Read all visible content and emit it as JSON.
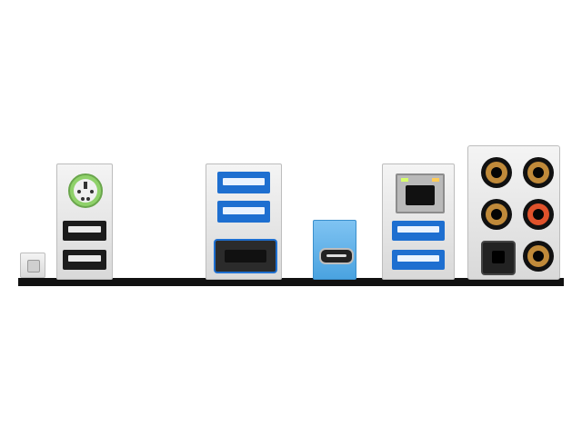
{
  "image": {
    "kind": "motherboard rear I/O panel",
    "colors": {
      "background": "#ffffff",
      "base": "#111111",
      "usb3_blue": "#1e6fd0",
      "usb2_black": "#1b1b1b",
      "ps2_accent": "#8fd16a",
      "audio_gold": "#c08a3a",
      "audio_red": "#e0522b",
      "typec_blue": "#4aa3e0"
    },
    "ports": [
      {
        "name": "bios-flashback-button",
        "type": "button"
      },
      {
        "name": "ps2-combo-port",
        "type": "PS/2"
      },
      {
        "name": "usb2-port",
        "type": "USB 2.0",
        "count": 2
      },
      {
        "name": "usb3-port",
        "type": "USB 3.x",
        "count": 2
      },
      {
        "name": "hdmi-port",
        "type": "HDMI"
      },
      {
        "name": "usb-c-port",
        "type": "USB Type-C"
      },
      {
        "name": "lan-port",
        "type": "RJ45"
      },
      {
        "name": "usb3-port",
        "type": "USB 3.x",
        "count": 2
      },
      {
        "name": "audio-jack",
        "type": "3.5mm",
        "count": 5
      },
      {
        "name": "optical-spdif-out",
        "type": "Toslink"
      }
    ]
  }
}
